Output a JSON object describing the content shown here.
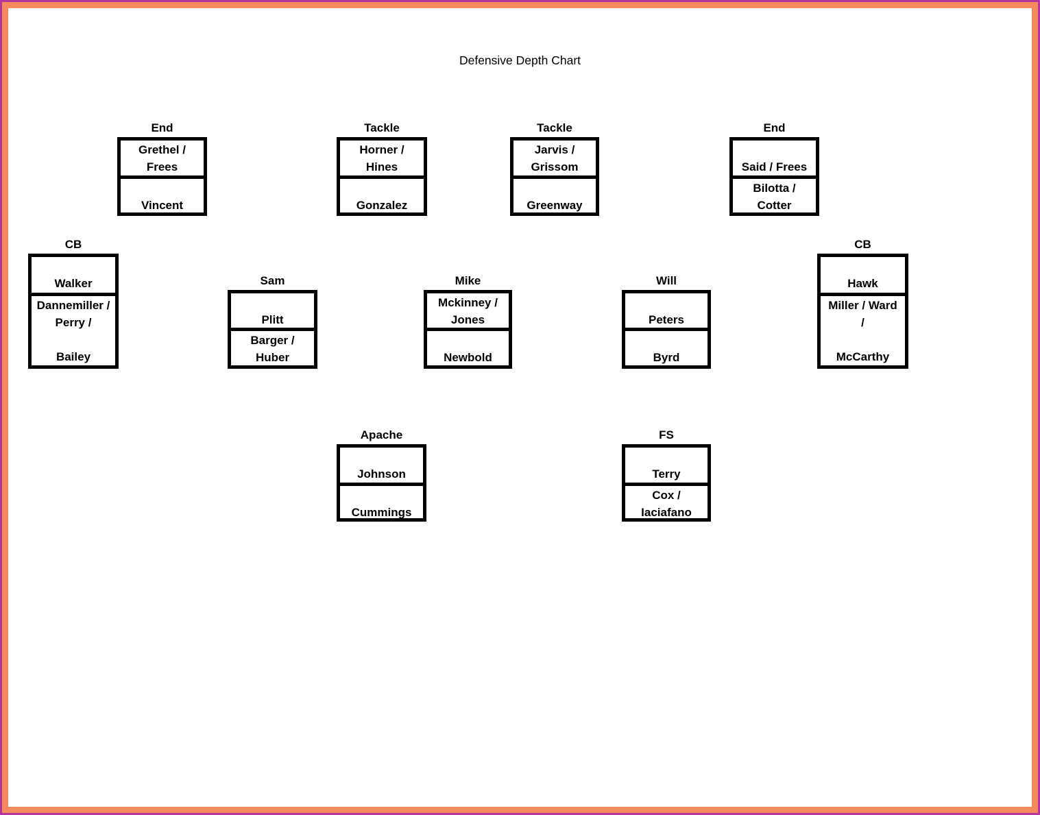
{
  "title": "Defensive Depth Chart",
  "colors": {
    "frame_outer": "#b5359f",
    "frame_inner": "#f78a5d",
    "box_border": "#000000",
    "page_background": "#ffffff",
    "text": "#000000"
  },
  "groups": [
    {
      "id": "end-left",
      "label": "End",
      "cells": [
        {
          "lines": [
            "Grethel /",
            "Frees"
          ]
        },
        {
          "lines": [
            "",
            "Vincent"
          ]
        }
      ]
    },
    {
      "id": "tackle-left",
      "label": "Tackle",
      "cells": [
        {
          "lines": [
            "Horner /",
            "Hines"
          ]
        },
        {
          "lines": [
            "",
            "Gonzalez"
          ]
        }
      ]
    },
    {
      "id": "tackle-right",
      "label": "Tackle",
      "cells": [
        {
          "lines": [
            "Jarvis /",
            "Grissom"
          ]
        },
        {
          "lines": [
            "",
            "Greenway"
          ]
        }
      ]
    },
    {
      "id": "end-right",
      "label": "End",
      "cells": [
        {
          "lines": [
            "",
            "Said / Frees"
          ]
        },
        {
          "lines": [
            "Bilotta /",
            "Cotter"
          ]
        }
      ]
    },
    {
      "id": "cb-left",
      "label": "CB",
      "cells": [
        {
          "lines": [
            "",
            "Walker"
          ]
        },
        {
          "lines": [
            "Dannemiller /",
            "Perry /",
            "",
            "Bailey"
          ]
        }
      ]
    },
    {
      "id": "sam",
      "label": "Sam",
      "cells": [
        {
          "lines": [
            "",
            "Plitt"
          ]
        },
        {
          "lines": [
            "Barger /",
            "Huber"
          ]
        }
      ]
    },
    {
      "id": "mike",
      "label": "Mike",
      "cells": [
        {
          "lines": [
            "Mckinney /",
            "Jones"
          ]
        },
        {
          "lines": [
            "",
            "Newbold"
          ]
        }
      ]
    },
    {
      "id": "will",
      "label": "Will",
      "cells": [
        {
          "lines": [
            "",
            "Peters"
          ]
        },
        {
          "lines": [
            "",
            "Byrd"
          ]
        }
      ]
    },
    {
      "id": "cb-right",
      "label": "CB",
      "cells": [
        {
          "lines": [
            "",
            "Hawk"
          ]
        },
        {
          "lines": [
            "Miller / Ward",
            "/",
            "",
            "McCarthy"
          ]
        }
      ]
    },
    {
      "id": "apache",
      "label": "Apache",
      "cells": [
        {
          "lines": [
            "",
            "Johnson"
          ]
        },
        {
          "lines": [
            "",
            "Cummings"
          ]
        }
      ]
    },
    {
      "id": "fs",
      "label": "FS",
      "cells": [
        {
          "lines": [
            "",
            "Terry"
          ]
        },
        {
          "lines": [
            "Cox /",
            "Iaciafano"
          ]
        }
      ]
    }
  ]
}
